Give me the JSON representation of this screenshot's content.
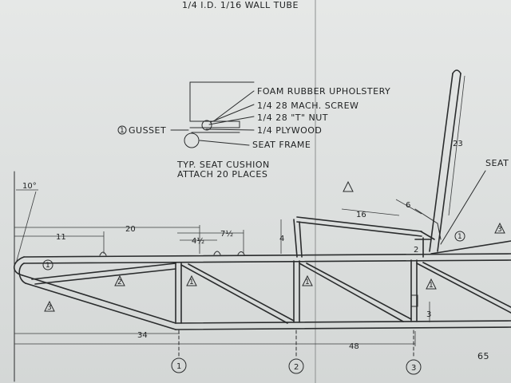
{
  "header": {
    "title_fragment": "1/4 I.D. 1/16 WALL TUBE"
  },
  "detail": {
    "callouts": [
      "FOAM RUBBER UPHOLSTERY",
      "1/4 28 MACH. SCREW",
      "1/4 28 \"T\" NUT",
      "1/4 PLYWOOD",
      "SEAT FRAME"
    ],
    "gusset_label": "GUSSET",
    "gusset_number": "1",
    "caption_line1": "TYP. SEAT CUSHION",
    "caption_line2": "ATTACH 20 PLACES"
  },
  "dimensions": {
    "angle": "10°",
    "d20": "20",
    "d11": "11",
    "d7_5": "7½",
    "d4_5": "4½",
    "d4": "4",
    "d16": "16",
    "d6": "6",
    "d23": "23",
    "d2": "2",
    "d3": "3",
    "d34": "34",
    "d48": "48"
  },
  "right_label": "SEAT",
  "markers": {
    "gusset": "1",
    "tri1": "1",
    "tri2": "2",
    "tri3": "3"
  },
  "stations": [
    "1",
    "2",
    "3"
  ],
  "page_number": "65"
}
